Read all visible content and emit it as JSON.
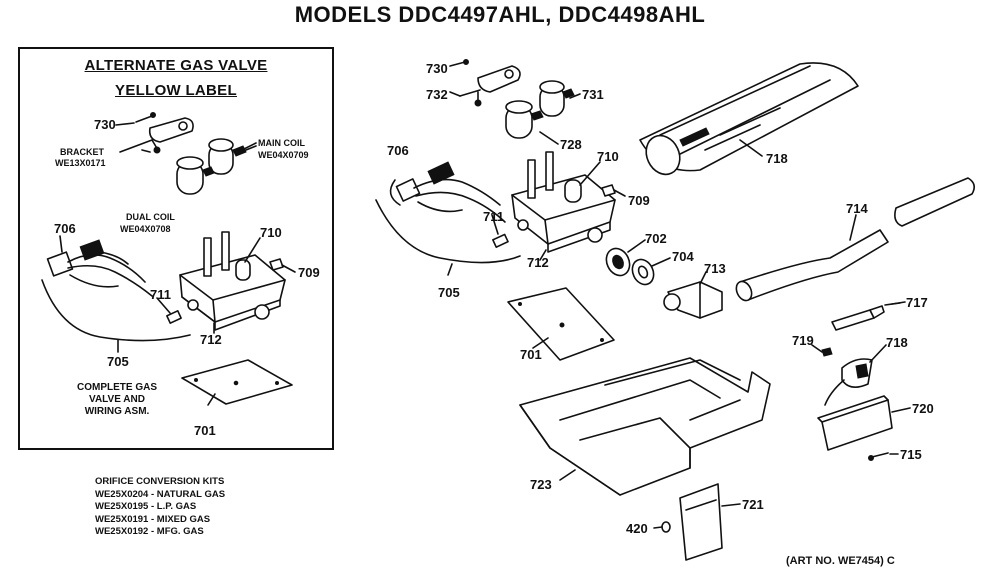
{
  "title": "MODELS DDC4497AHL, DDC4498AHL",
  "inset": {
    "heading_line1": "ALTERNATE GAS VALVE",
    "heading_line2": "YELLOW LABEL",
    "labels": {
      "p730": "730",
      "bracket_name": "BRACKET",
      "bracket_part": "WE13X0171",
      "main_coil_name": "MAIN COIL",
      "main_coil_part": "WE04X0709",
      "dual_coil_name": "DUAL COIL",
      "dual_coil_part": "WE04X0708",
      "p706": "706",
      "p710": "710",
      "p709": "709",
      "p711": "711",
      "p712": "712",
      "p705": "705",
      "complete_line1": "COMPLETE GAS",
      "complete_line2": "VALVE AND",
      "complete_line3": "WIRING ASM.",
      "p701": "701"
    }
  },
  "orifice_kits": {
    "heading": "ORIFICE CONVERSION KITS",
    "items": [
      "WE25X0204 - NATURAL GAS",
      "WE25X0195 - L.P. GAS",
      "WE25X0191 - MIXED GAS",
      "WE25X0192 - MFG. GAS"
    ]
  },
  "main": {
    "labels": {
      "p730": "730",
      "p732": "732",
      "p731": "731",
      "p728": "728",
      "p706": "706",
      "p710": "710",
      "p709": "709",
      "p711": "711",
      "p712": "712",
      "p702": "702",
      "p704": "704",
      "p713": "713",
      "p705": "705",
      "p701": "701",
      "p718a": "718",
      "p714": "714",
      "p717": "717",
      "p719": "719",
      "p718b": "718",
      "p720": "720",
      "p715": "715",
      "p723": "723",
      "p721": "721",
      "p420": "420"
    }
  },
  "art_no": "(ART NO. WE7454) C"
}
